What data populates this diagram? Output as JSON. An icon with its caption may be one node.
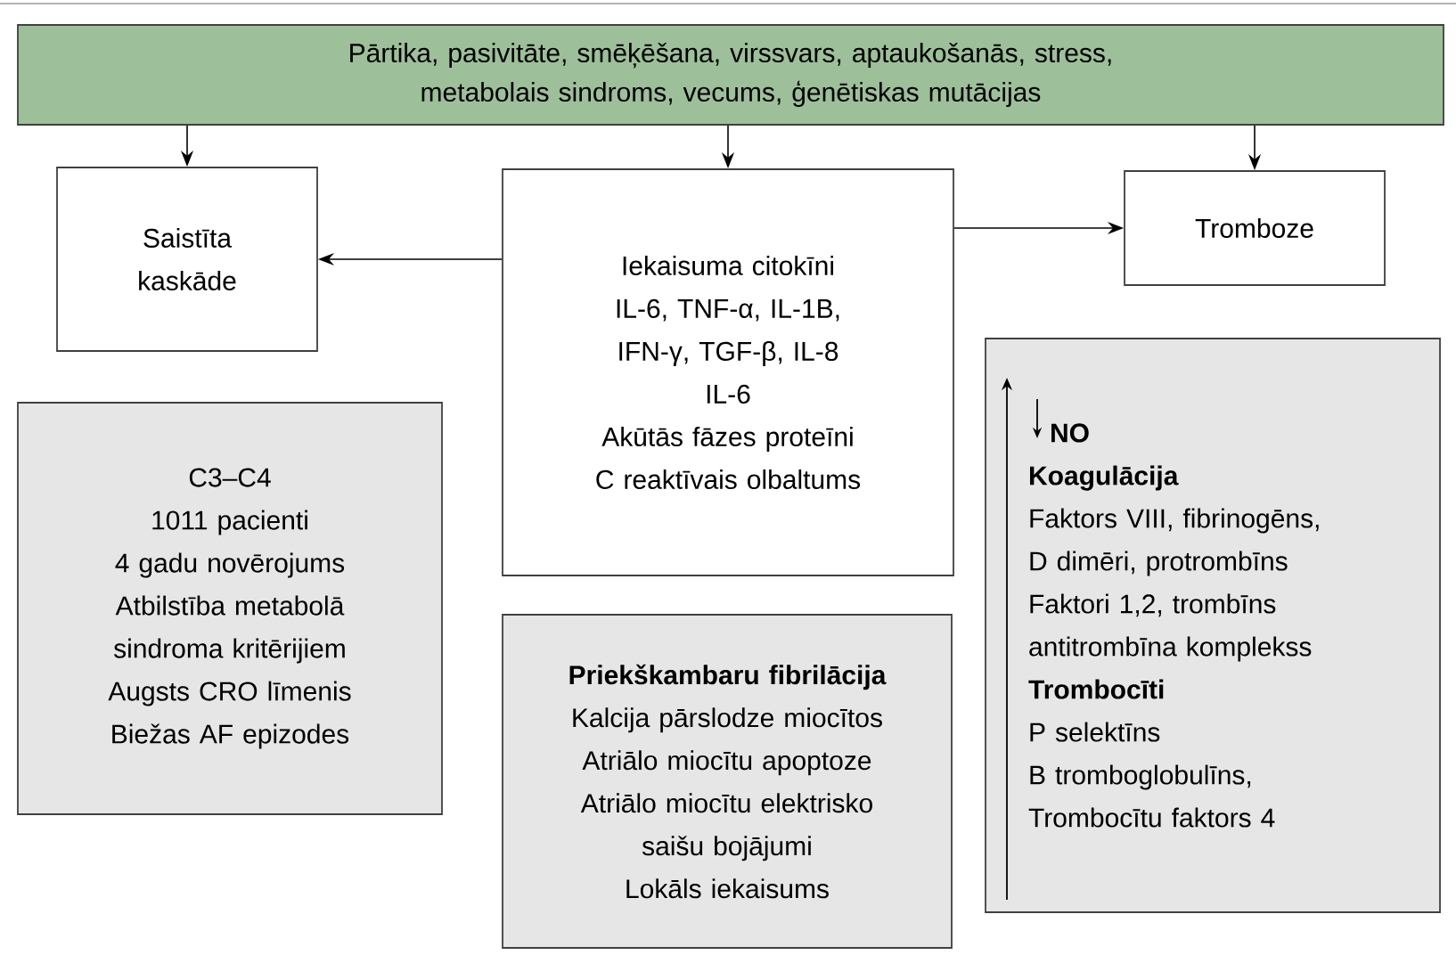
{
  "diagram": {
    "nodes": [
      {
        "text": [
          "Pārtika, pasivitāte, smēķēšana, virssvars, aptaukošanās, stress,",
          "metabolais sindroms, vecums, ģenētiskas mutācijas"
        ]
      },
      {
        "text": [
          "Saistīta",
          "kaskāde"
        ]
      },
      {
        "text": [
          "Iekaisuma citokīni",
          "IL-6, TNF-α, IL-1B,",
          "IFN-γ, TGF-β, IL-8",
          "IL-6",
          "Akūtās fāzes proteīni",
          "C reaktīvais olbaltums"
        ]
      },
      {
        "text": [
          "Tromboze"
        ]
      },
      {
        "text": [
          "C3–C4",
          "1011 pacienti",
          "4 gadu novērojums",
          "Atbilstība metabolā",
          "sindroma kritērijiem",
          "Augsts CRO līmenis",
          "Biežas AF epizodes"
        ]
      },
      {
        "text": [
          "Priekškambaru fibrilācija",
          "Kalcija pārslodze miocītos",
          "Atriālo miocītu apoptoze",
          "Atriālo miocītu elektrisko",
          "saišu bojājumi",
          "Lokāls iekaisums"
        ]
      },
      {
        "text": [
          "NO",
          "Koagulācija",
          "Faktors VIII, fibrinogēns,",
          "D dimēri, protrombīns",
          "Faktori 1,2, trombīns",
          "antitrombīna komplekss",
          "Trombocīti",
          "P selektīns",
          "B tromboglobulīns,",
          "Trombocītu faktors 4"
        ]
      }
    ],
    "edges": [
      {
        "from": 0,
        "to": 1,
        "arrow": "to"
      },
      {
        "from": 0,
        "to": 2,
        "arrow": "to"
      },
      {
        "from": 0,
        "to": 3,
        "arrow": "to"
      },
      {
        "from": 2,
        "to": 1,
        "arrow": "to"
      },
      {
        "from": 2,
        "to": 3,
        "arrow": "to"
      }
    ]
  }
}
